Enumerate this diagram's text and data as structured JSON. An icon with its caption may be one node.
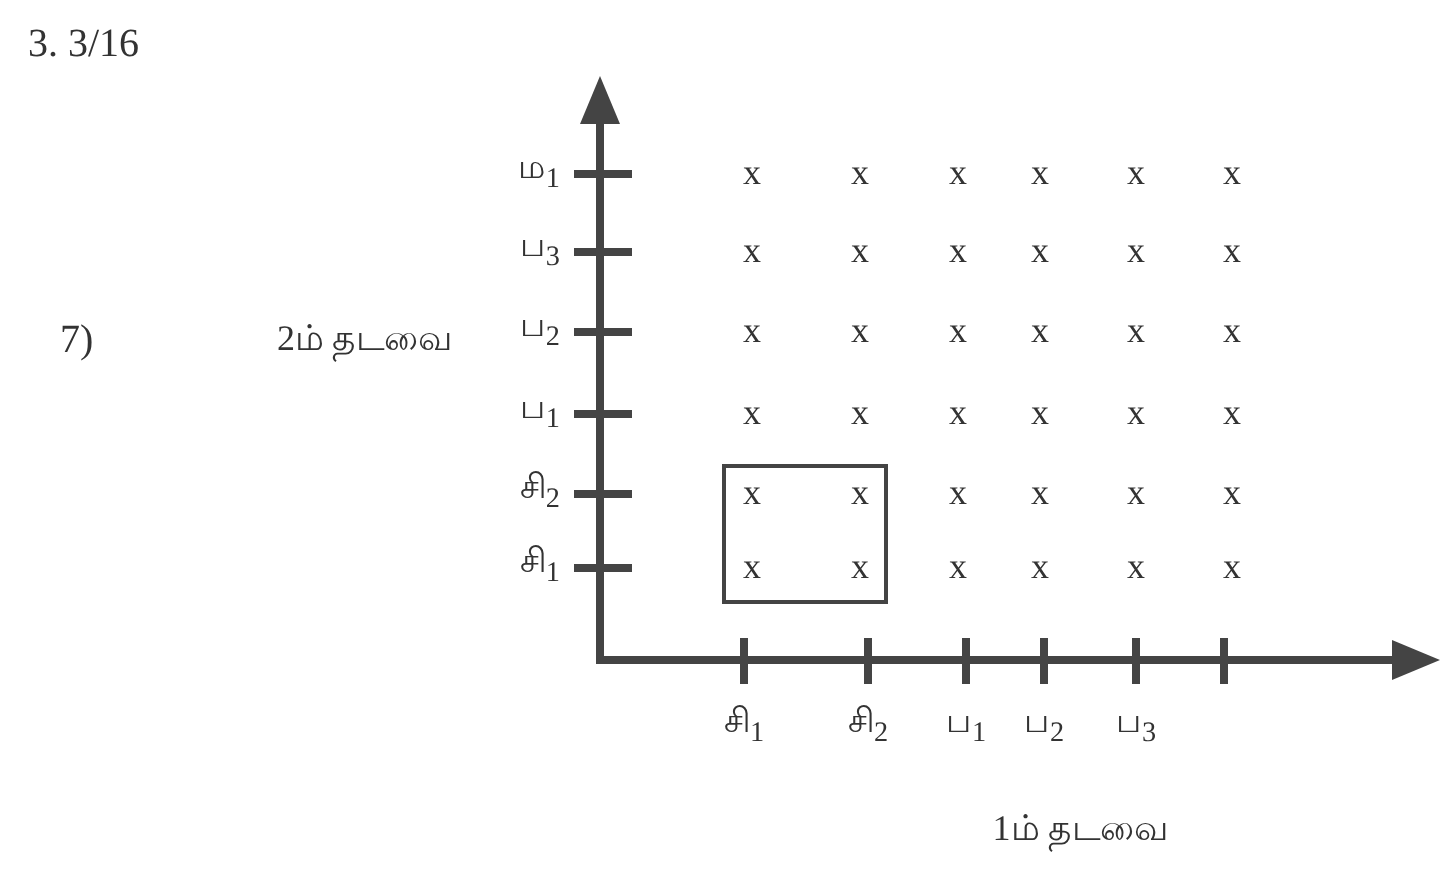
{
  "diagram": {
    "labels": [
      "3. 3/16",
      "7)",
      "2ம் தடவை",
      "ம$_{1}$",
      "ப$_{3}$",
      "ப$_{2}$",
      "ப$_{1}$",
      "சி$_{2}$",
      "சி$_{1}$",
      "x",
      "x",
      "x",
      "x",
      "x",
      "x",
      "x",
      "x",
      "x",
      "x",
      "x",
      "x",
      "x",
      "x",
      "x",
      "x",
      "x",
      "x",
      "x",
      "x",
      "x",
      "x",
      "x",
      "x",
      "x",
      "x",
      "x",
      "x",
      "x",
      "x",
      "x",
      "x",
      "x",
      "x",
      "x",
      "x",
      "சி$_{1}$",
      "சி$_{2}$",
      "ப$_{1}$",
      "ப$_{2}$",
      "ப$_{3}$",
      "1ம் தடவை"
    ]
  }
}
